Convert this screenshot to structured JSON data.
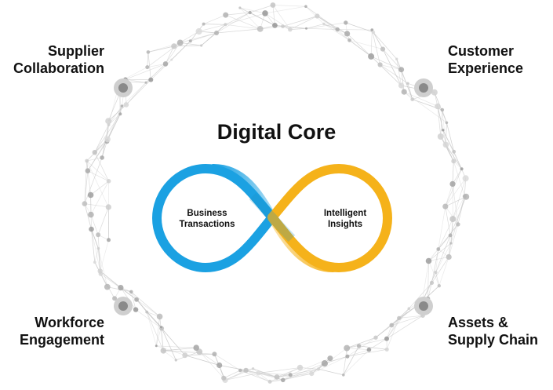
{
  "title": "Digital Core",
  "corners": {
    "top_left": [
      "Supplier",
      "Collaboration"
    ],
    "top_right": [
      "Customer",
      "Experience"
    ],
    "bottom_left": [
      "Workforce",
      "Engagement"
    ],
    "bottom_right": [
      "Assets &",
      "Supply Chain"
    ]
  },
  "loop": {
    "left": [
      "Business",
      "Transactions"
    ],
    "right": [
      "Intelligent",
      "Insights"
    ]
  },
  "colors": {
    "blue": "#1ba1e2",
    "gold": "#f5b21a",
    "network": "#c8c8c8",
    "hub": "#8a8a8a"
  }
}
